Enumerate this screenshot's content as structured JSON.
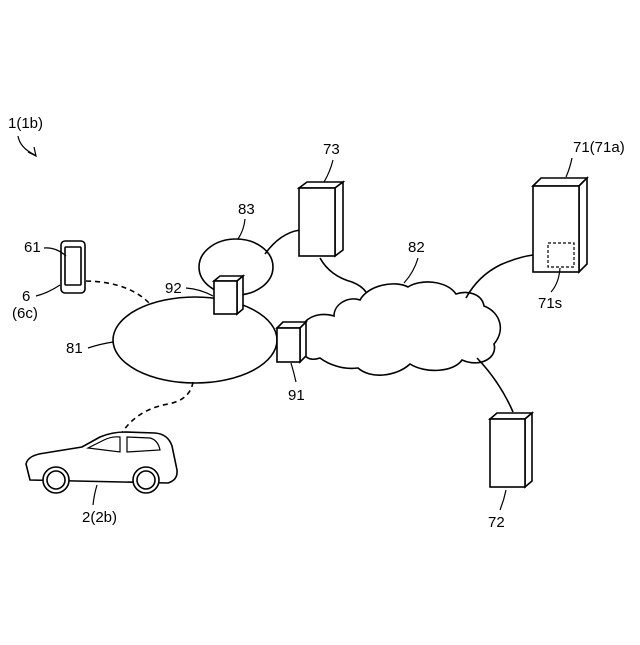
{
  "labels": {
    "system": "1(1b)",
    "vehicle": "2(2b)",
    "terminal": "6",
    "terminal_sub": "(6c)",
    "display": "61",
    "server_71": "71(71a)",
    "storage_71s": "71s",
    "server_72": "72",
    "server_73": "73",
    "network_81": "81",
    "network_82": "82",
    "network_83": "83",
    "gateway_91": "91",
    "gateway_92": "92"
  }
}
